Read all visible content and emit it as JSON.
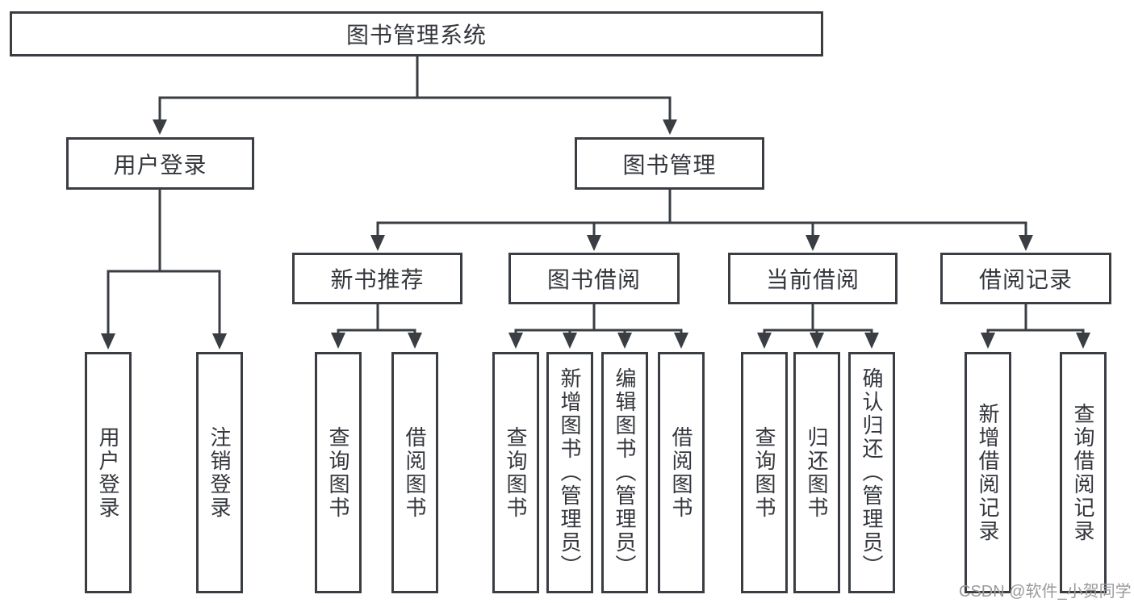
{
  "tree": {
    "root": {
      "label": "图书管理系统",
      "children": [
        {
          "label": "用户登录",
          "children": [
            {
              "label": "用户登录"
            },
            {
              "label": "注销登录"
            }
          ]
        },
        {
          "label": "图书管理",
          "children": [
            {
              "label": "新书推荐",
              "children": [
                {
                  "label": "查询图书"
                },
                {
                  "label": "借阅图书"
                }
              ]
            },
            {
              "label": "图书借阅",
              "children": [
                {
                  "label": "查询图书"
                },
                {
                  "label": "新增图书（管理员）"
                },
                {
                  "label": "编辑图书（管理员）"
                },
                {
                  "label": "借阅图书"
                }
              ]
            },
            {
              "label": "当前借阅",
              "children": [
                {
                  "label": "查询图书"
                },
                {
                  "label": "归还图书"
                },
                {
                  "label": "确认归还（管理员）"
                }
              ]
            },
            {
              "label": "借阅记录",
              "children": [
                {
                  "label": "新增借阅记录"
                },
                {
                  "label": "查询借阅记录"
                }
              ]
            }
          ]
        }
      ]
    }
  },
  "watermark": {
    "text": "CSDN @软件_小贺同学"
  },
  "colors": {
    "line": "#3a3d42",
    "border": "#3a3d42",
    "text": "#33363b",
    "watermark_text": "#9a9a9a",
    "background": "#ffffff"
  }
}
